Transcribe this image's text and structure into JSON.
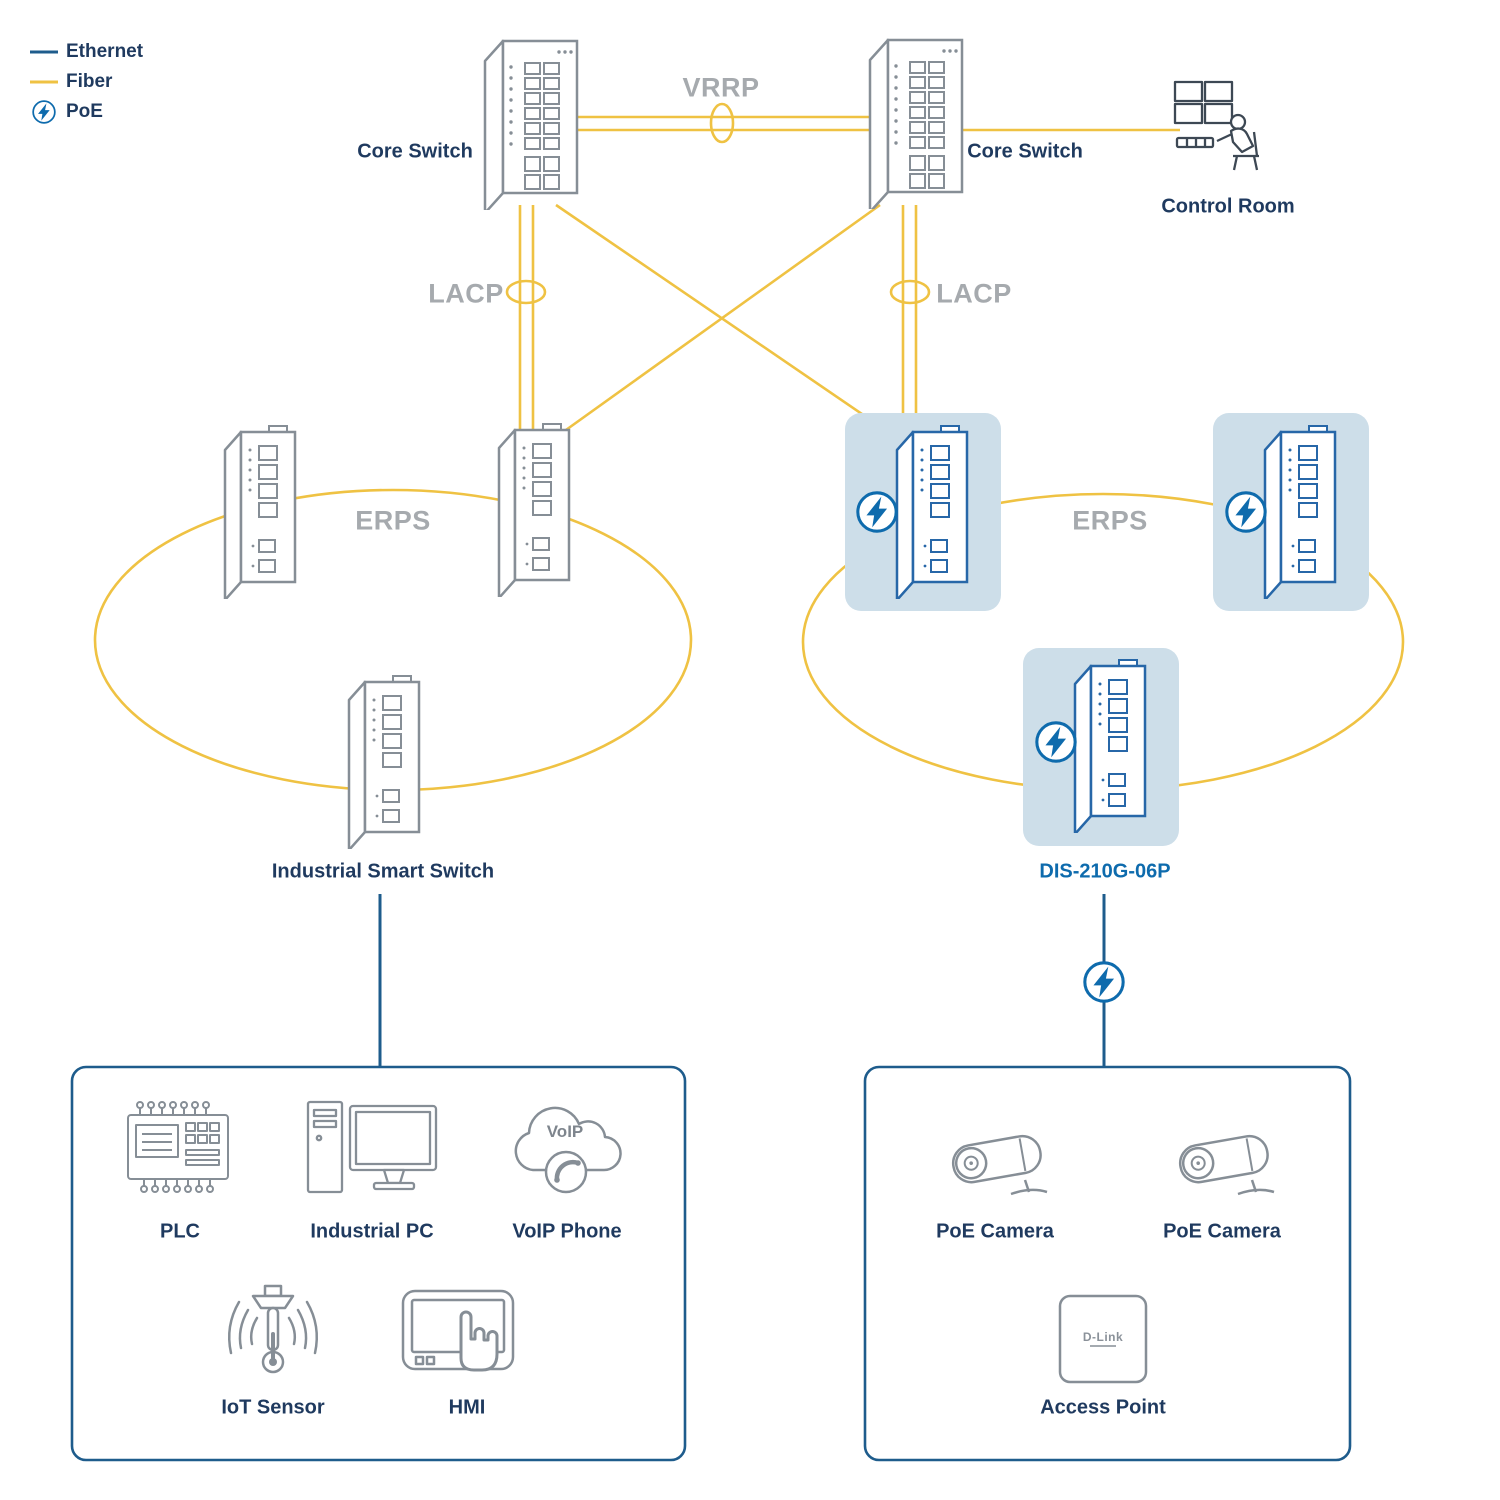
{
  "colors": {
    "ethernet": "#1E5C8C",
    "fiber": "#EFC243",
    "poe_accent": "#0E6BAD",
    "outline_gray": "#868E96",
    "label_navy": "#1F3A5F",
    "protocol_gray": "#A6AAAE",
    "highlight_blue": "#CDDEE9"
  },
  "legend": {
    "items": [
      {
        "id": "ethernet",
        "label": "Ethernet"
      },
      {
        "id": "fiber",
        "label": "Fiber"
      },
      {
        "id": "poe",
        "label": "PoE"
      }
    ]
  },
  "nodes": {
    "core_switch_left": {
      "label": "Core Switch"
    },
    "core_switch_right": {
      "label": "Core Switch"
    },
    "control_room": {
      "label": "Control Room"
    },
    "industrial_smart_switch": {
      "label": "Industrial Smart Switch"
    },
    "dis_switch": {
      "label": "DIS-210G-06P"
    }
  },
  "protocols": {
    "vrrp": "VRRP",
    "lacp_left": "LACP",
    "lacp_right": "LACP",
    "erps_left": "ERPS",
    "erps_right": "ERPS"
  },
  "left_group": {
    "devices": [
      {
        "label": "PLC"
      },
      {
        "label": "Industrial PC"
      },
      {
        "label": "VoIP Phone"
      },
      {
        "label": "IoT Sensor"
      },
      {
        "label": "HMI"
      }
    ]
  },
  "right_group": {
    "devices": [
      {
        "label": "PoE Camera"
      },
      {
        "label": "PoE Camera"
      },
      {
        "label": "Access Point"
      }
    ]
  },
  "icon_texts": {
    "voip_cloud": "VoIP",
    "access_point_brand": "D-Link"
  }
}
